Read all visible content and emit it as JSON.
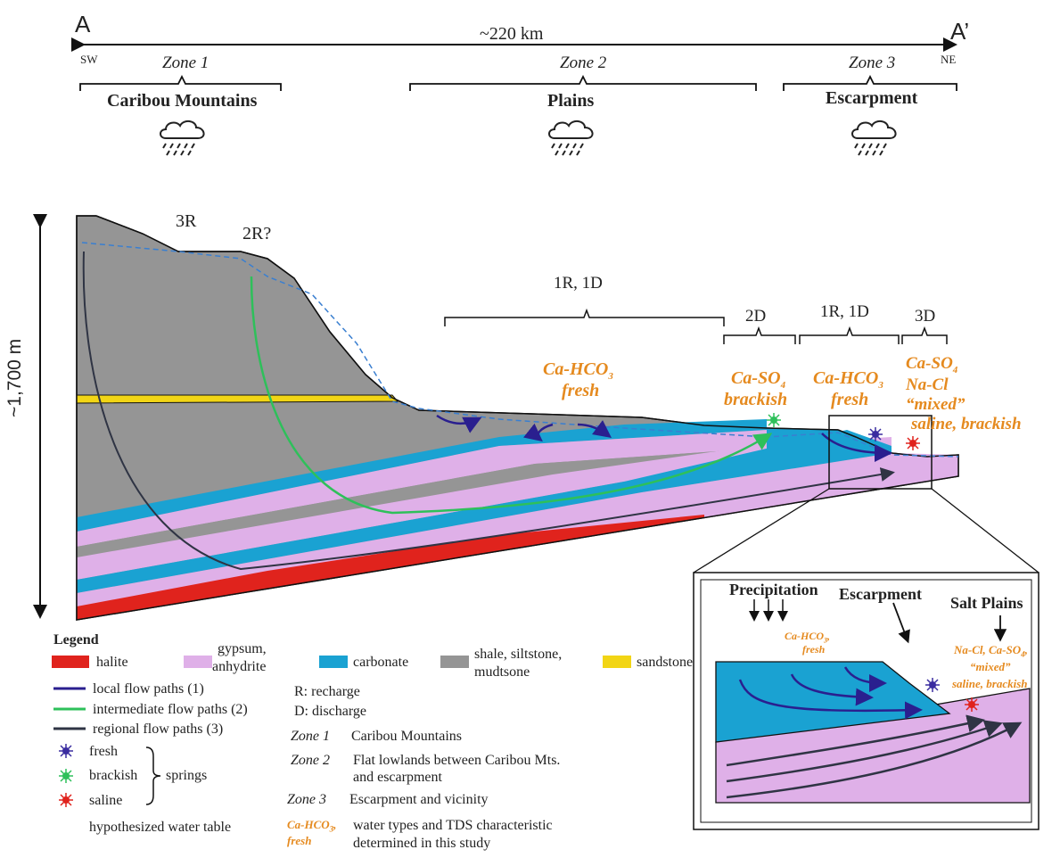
{
  "header": {
    "label_a": "A",
    "label_a_prime": "A’",
    "distance": "~220 km",
    "sw": "SW",
    "ne": "NE",
    "zones": [
      {
        "zone": "Zone 1",
        "name": "Caribou Mountains"
      },
      {
        "zone": "Zone 2",
        "name": "Plains"
      },
      {
        "zone": "Zone 3",
        "name": "Escarpment"
      }
    ]
  },
  "section": {
    "depth": "~1,700 m",
    "label_3r": "3R",
    "label_2r": "2R?",
    "bracket_1r1d_a": "1R, 1D",
    "bracket_2d": "2D",
    "bracket_1r1d_b": "1R, 1D",
    "bracket_3d": "3D",
    "water_1": {
      "line1": "Ca-HCO",
      "sub1": "3",
      "line2": "fresh"
    },
    "water_2": {
      "line1": "Ca-SO",
      "sub1": "4",
      "line2": "brackish"
    },
    "water_3": {
      "line1": "Ca-HCO",
      "sub1": "3",
      "line2": "fresh"
    },
    "water_4": {
      "line1": "Ca-SO",
      "sub1": "4",
      "line2": "Na-Cl",
      "line3": "“mixed”",
      "line4": "saline, brackish"
    }
  },
  "inset": {
    "precipitation": "Precipitation",
    "escarpment": "Escarpment",
    "salt_plains": "Salt Plains",
    "water_left": {
      "line1": "Ca-HCO",
      "sub1": "3",
      "suffix": ",",
      "line2": "fresh"
    },
    "water_right": {
      "line1": "Na-Cl, Ca-SO",
      "sub1": "4",
      "suffix": ",",
      "line2": "“mixed”",
      "line3": "saline, brackish"
    }
  },
  "legend": {
    "title": "Legend",
    "halite": "halite",
    "gypsum_1": "gypsum,",
    "gypsum_2": "anhydrite",
    "carbonate": "carbonate",
    "shale_1": "shale, siltstone,",
    "shale_2": "mudtsone",
    "sandstone": "sandstone",
    "local": "local flow paths (1)",
    "intermediate": "intermediate flow paths (2)",
    "regional": "regional flow paths (3)",
    "fresh": "fresh",
    "brackish": "brackish",
    "saline": "saline",
    "springs": "springs",
    "water_table": "hypothesized water table",
    "r_def": "R: recharge",
    "d_def": "D: discharge",
    "zone1_key": "Zone 1",
    "zone1_desc": "Caribou Mountains",
    "zone2_key": "Zone 2",
    "zone2_desc_1": "Flat lowlands between Caribou Mts.",
    "zone2_desc_2": "and escarpment",
    "zone3_key": "Zone 3",
    "zone3_desc": "Escarpment and vicinity",
    "wt_sample_1": "Ca-HCO",
    "wt_sample_sub": "3",
    "wt_sample_suffix": ",",
    "wt_sample_2": "fresh",
    "wt_desc_1": "water types and TDS characteristic",
    "wt_desc_2": "determined in this study"
  },
  "colors": {
    "halite": "#e0231d",
    "gypsum": "#dfb0e8",
    "carbonate": "#1aa2d2",
    "shale": "#959595",
    "sandstone": "#f2d515",
    "local": "#2a1f8f",
    "intermediate": "#2ec05a",
    "regional": "#2f3444",
    "water_text": "#e58a1f",
    "fresh": "#3a2da0",
    "brackish": "#2ec05a",
    "saline": "#e0231d"
  }
}
